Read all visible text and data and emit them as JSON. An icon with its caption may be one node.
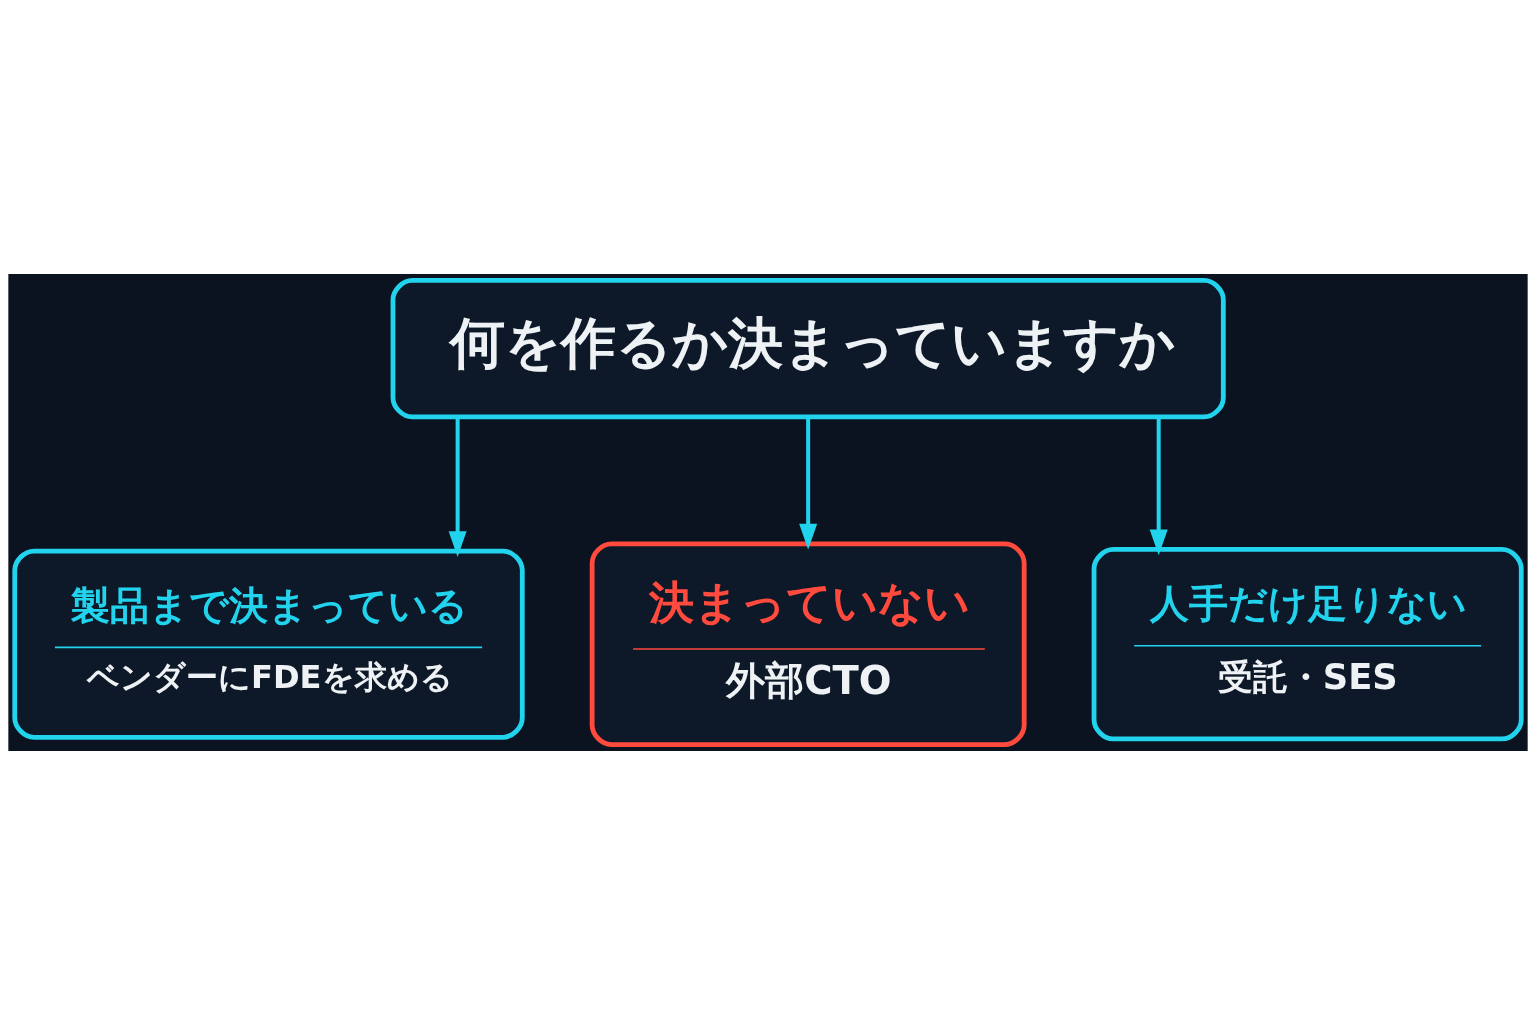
{
  "diagram": {
    "nodes": [
      {
        "text": [
          "何を作るか決まっていますか"
        ]
      },
      {
        "text": [
          "製品まで決まっている",
          "ベンダーにFDEを求める"
        ]
      },
      {
        "text": [
          "決まっていない",
          "外部CTO"
        ]
      },
      {
        "text": [
          "人手だけ足りない",
          "受託・SES"
        ]
      }
    ],
    "edges": [
      {
        "from": 0,
        "to": 1,
        "arrow": "to"
      },
      {
        "from": 0,
        "to": 2,
        "arrow": "to"
      },
      {
        "from": 0,
        "to": 3,
        "arrow": "to"
      }
    ]
  }
}
